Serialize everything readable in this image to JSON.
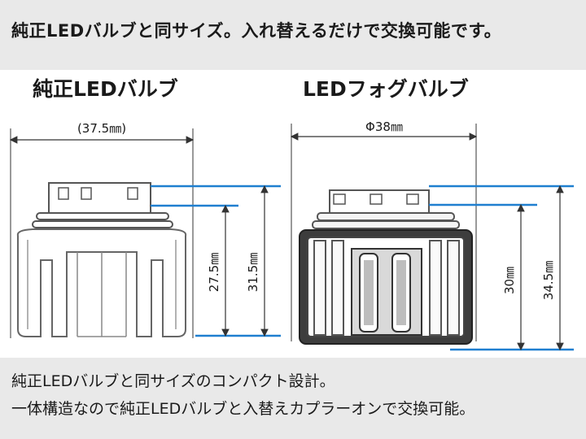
{
  "headline": "純正LEDバルブと同サイズ。入れ替えるだけで交換可能です。",
  "left_bulb": {
    "title": "純正LEDバルブ",
    "width_label": "(37.5㎜)",
    "height_inner_label": "27.5㎜",
    "height_outer_label": "31.5㎜"
  },
  "right_bulb": {
    "title": "LEDフォグバルブ",
    "width_label": "Φ38㎜",
    "height_inner_label": "30㎜",
    "height_outer_label": "34.5㎜"
  },
  "caption": {
    "line1": "純正LEDバルブと同サイズのコンパクト設計。",
    "line2": "一体構造なので純正LEDバルブと入替えカプラーオンで交換可能。"
  },
  "colors": {
    "panel_bg": "#e9e9e9",
    "guide_blue": "#1f7fd0",
    "outline": "#333333",
    "body_dark": "#3d3d3d"
  }
}
